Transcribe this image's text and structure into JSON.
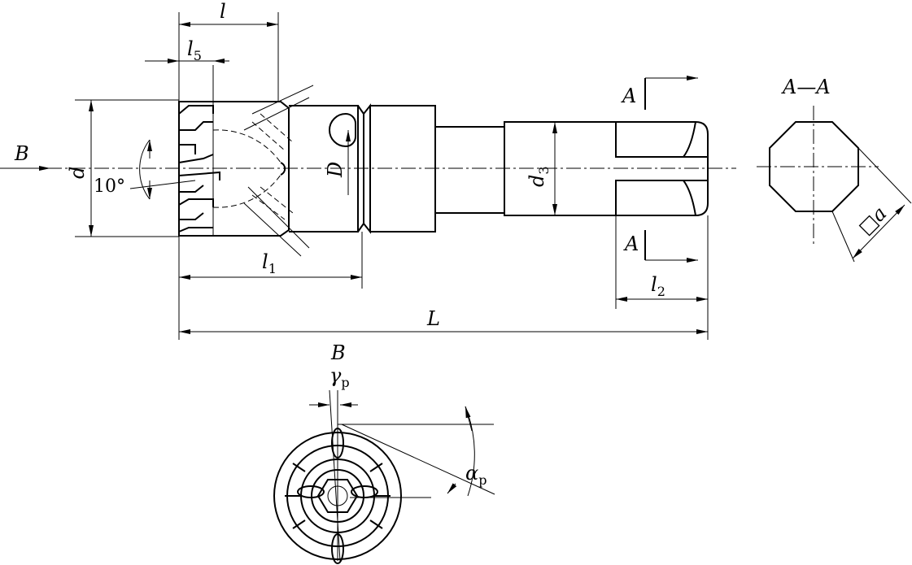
{
  "labels": {
    "l": "l",
    "l5": {
      "main": "l",
      "sub": "5"
    },
    "B_arrow": "B",
    "d": "d",
    "angle": "10°",
    "D": "D",
    "d3": {
      "main": "d",
      "sub": "3"
    },
    "A_top": "A",
    "A_bottom": "A",
    "section": "A—A",
    "a": "□a",
    "l1": {
      "main": "l",
      "sub": "1"
    },
    "l2": {
      "main": "l",
      "sub": "2"
    },
    "L": "L",
    "B_view": "B",
    "gamma": {
      "main": "γ",
      "sub": "p"
    },
    "alpha": {
      "main": "α",
      "sub": "p"
    }
  }
}
